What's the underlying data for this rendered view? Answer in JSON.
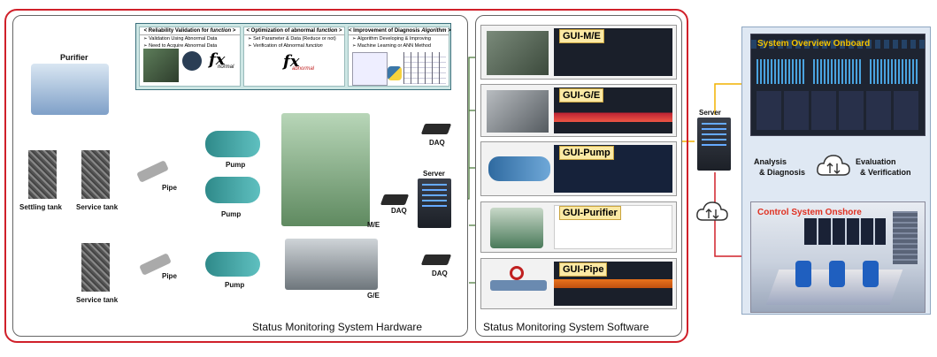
{
  "hardware": {
    "frame_label": "Status Monitoring System Hardware",
    "labels": {
      "purifier": "Purifier",
      "settling_tank": "Settling tank",
      "service_tank": "Service tank",
      "service_tank_2": "Service tank",
      "pipe_1": "Pipe",
      "pipe_2": "Pipe",
      "pump_1": "Pump",
      "pump_2": "Pump",
      "pump_3": "Pump",
      "me": "M/E",
      "ge": "G/E",
      "daq_1": "DAQ",
      "daq_2": "DAQ",
      "daq_3": "DAQ",
      "server": "Server"
    }
  },
  "functions": {
    "validation": {
      "title_prefix": "< Reliability Validation for ",
      "title_em": "function",
      "title_suffix": " >",
      "items": [
        "➢ Validation Using Abnormal Data",
        "➢ Need to Acquire Abnormal Data"
      ],
      "fx": "fx",
      "fx_sub": "normal"
    },
    "optimization": {
      "title_prefix": "< Optimization of abnormal ",
      "title_em": "function",
      "title_suffix": " >",
      "items": [
        "➢ Set Parameter & Data (Reduce or not)",
        "➢ Verification of Abnormal "
      ],
      "item_em": "function",
      "fx": "fx",
      "fx_sub": "abnormal"
    },
    "improvement": {
      "title_prefix": "< Improvement of Diagnosis ",
      "title_em": "Algorithm",
      "title_suffix": " >",
      "items": [
        "➢ Algorithm Developing & Improving",
        "➢ Machine Learning or ANN Method"
      ]
    }
  },
  "software": {
    "frame_label": "Status Monitoring System Software",
    "guis": [
      "GUI-M/E",
      "GUI-G/E",
      "GUI-Pump",
      "GUI-Purifier",
      "GUI-Pipe"
    ]
  },
  "right": {
    "server": "Server",
    "onboard": "System Overview Onboard",
    "onshore": "Control System Onshore",
    "analysis": "Analysis",
    "diagnosis": "& Diagnosis",
    "evaluation": "Evaluation",
    "verification": "& Verification"
  },
  "colors": {
    "red": "#d0202a",
    "green": "#4a7a3a",
    "yellow": "#f2b200",
    "onboard_title": "#f2c200",
    "onshore_title": "#e03020"
  }
}
